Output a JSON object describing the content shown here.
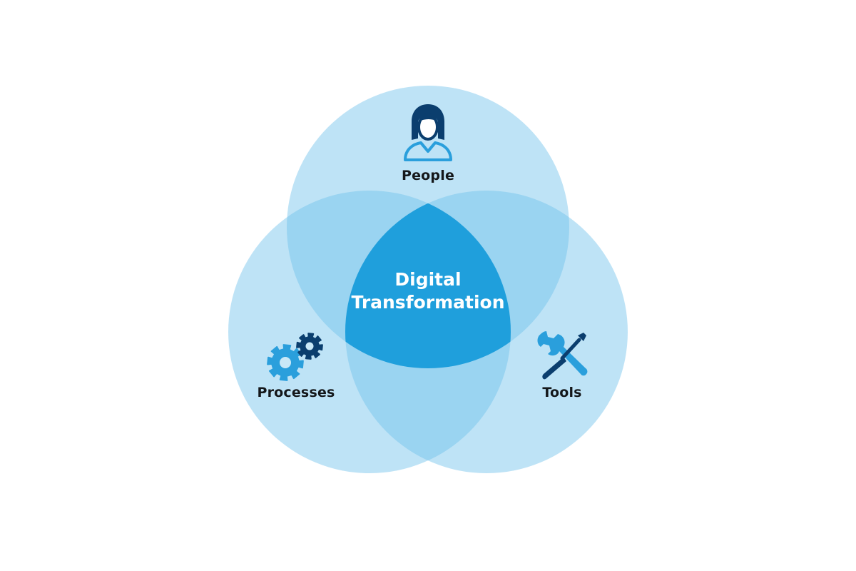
{
  "diagram": {
    "center": {
      "line1": "Digital",
      "line2": "Transformation"
    },
    "sets": [
      {
        "key": "people",
        "label": "People",
        "icon": "person-icon"
      },
      {
        "key": "processes",
        "label": "Processes",
        "icon": "gears-icon"
      },
      {
        "key": "tools",
        "label": "Tools",
        "icon": "wrench-screwdriver-icon"
      }
    ]
  },
  "colors": {
    "circle_fill": "#6ec2ec",
    "center_fill": "#1f9fdc",
    "icon_dark": "#0b3e6e",
    "icon_light": "#2a9fdc",
    "label_text": "#14171a",
    "center_text": "#ffffff"
  }
}
